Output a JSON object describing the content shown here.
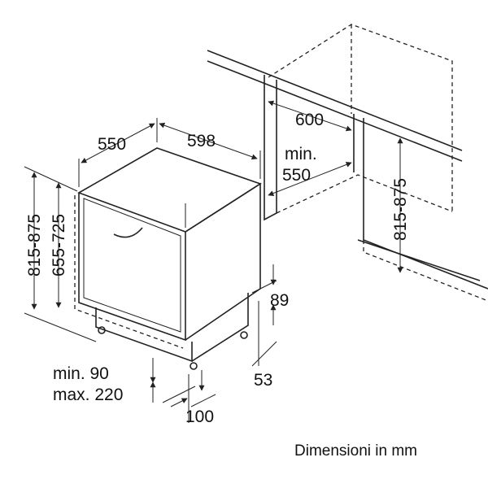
{
  "dimensions": {
    "depth": "550",
    "width": "598",
    "niche_width": "600",
    "niche_depth_min": "min.",
    "niche_depth_value": "550",
    "height_left": "815-875",
    "body_height": "655-725",
    "niche_height": "815-875",
    "plinth_89": "89",
    "plinth_53": "53",
    "foot_min": "min. 90",
    "foot_max": "max. 220",
    "foot_100": "100"
  },
  "caption": "Dimensioni in mm"
}
